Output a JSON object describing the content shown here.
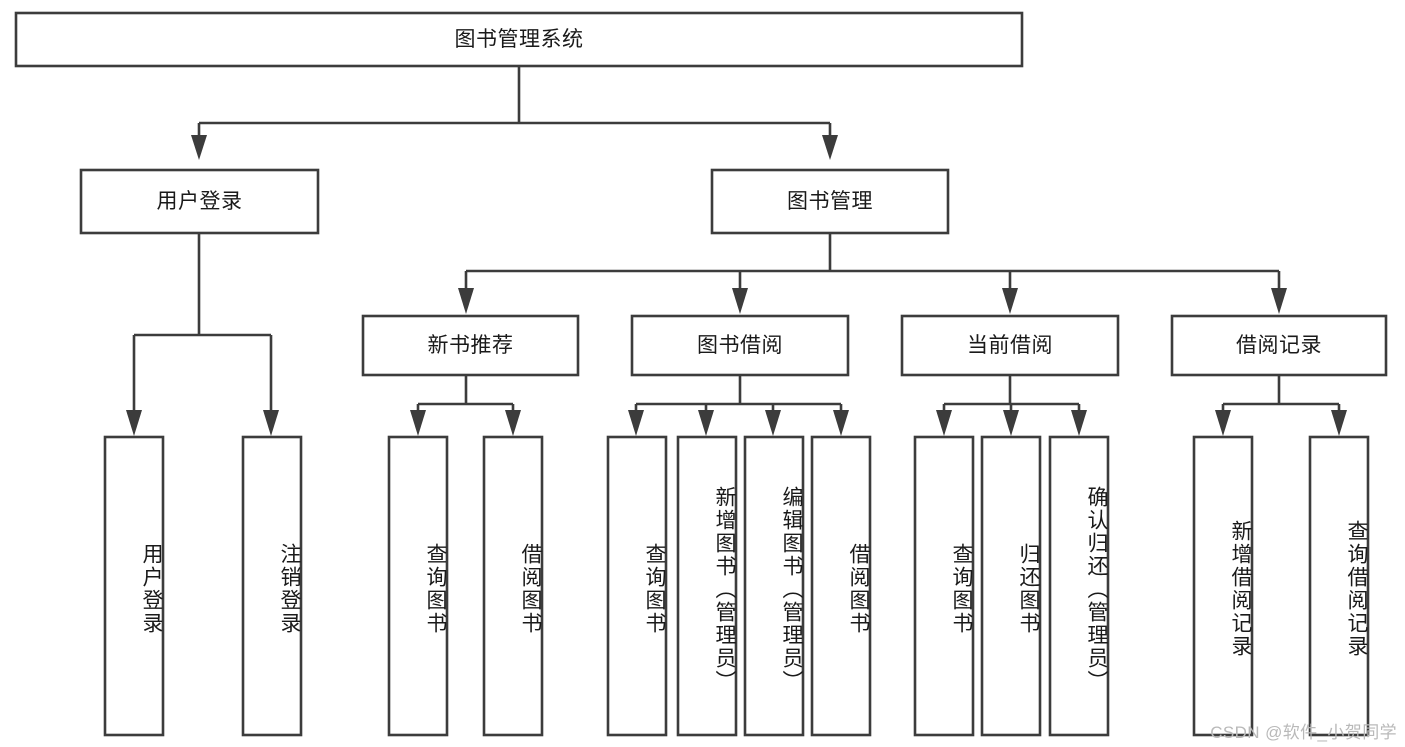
{
  "diagram": {
    "type": "tree-hierarchy-chart",
    "title": "图书管理系统",
    "watermark": "CSDN @软件_小贺同学",
    "colors": {
      "stroke": "#3c3c3c",
      "fill": "#ffffff",
      "text": "#1a1a1a",
      "watermark": "#b9b9b9"
    },
    "levels": [
      {
        "level": 1,
        "nodes": [
          {
            "id": "root",
            "label": "图书管理系统",
            "orientation": "horizontal"
          }
        ]
      },
      {
        "level": 2,
        "nodes": [
          {
            "id": "user-login",
            "label": "用户登录",
            "orientation": "horizontal",
            "parent": "root"
          },
          {
            "id": "book-manage",
            "label": "图书管理",
            "orientation": "horizontal",
            "parent": "root"
          }
        ]
      },
      {
        "level": 3,
        "nodes": [
          {
            "id": "new-book-rec",
            "label": "新书推荐",
            "orientation": "horizontal",
            "parent": "book-manage"
          },
          {
            "id": "book-borrow",
            "label": "图书借阅",
            "orientation": "horizontal",
            "parent": "book-manage"
          },
          {
            "id": "current-borrow",
            "label": "当前借阅",
            "orientation": "horizontal",
            "parent": "book-manage"
          },
          {
            "id": "borrow-record",
            "label": "借阅记录",
            "orientation": "horizontal",
            "parent": "book-manage"
          }
        ]
      },
      {
        "level": 4,
        "nodes": [
          {
            "id": "leaf-user-login",
            "label": "用户登录",
            "orientation": "vertical",
            "parent": "user-login"
          },
          {
            "id": "leaf-logout-login",
            "label": "注销登录",
            "orientation": "vertical",
            "parent": "user-login"
          },
          {
            "id": "leaf-query-book-1",
            "label": "查询图书",
            "orientation": "vertical",
            "parent": "new-book-rec"
          },
          {
            "id": "leaf-borrow-book-1",
            "label": "借阅图书",
            "orientation": "vertical",
            "parent": "new-book-rec"
          },
          {
            "id": "leaf-query-book-2",
            "label": "查询图书",
            "orientation": "vertical",
            "parent": "book-borrow"
          },
          {
            "id": "leaf-add-book",
            "label": "新增图书（管理员）",
            "orientation": "vertical",
            "parent": "book-borrow"
          },
          {
            "id": "leaf-edit-book",
            "label": "编辑图书（管理员）",
            "orientation": "vertical",
            "parent": "book-borrow"
          },
          {
            "id": "leaf-borrow-book-2",
            "label": "借阅图书",
            "orientation": "vertical",
            "parent": "book-borrow"
          },
          {
            "id": "leaf-query-book-3",
            "label": "查询图书",
            "orientation": "vertical",
            "parent": "current-borrow"
          },
          {
            "id": "leaf-return-book",
            "label": "归还图书",
            "orientation": "vertical",
            "parent": "current-borrow"
          },
          {
            "id": "leaf-confirm-return",
            "label": "确认归还（管理员）",
            "orientation": "vertical",
            "parent": "current-borrow"
          },
          {
            "id": "leaf-add-record",
            "label": "新增借阅记录",
            "orientation": "vertical",
            "parent": "borrow-record"
          },
          {
            "id": "leaf-query-record",
            "label": "查询借阅记录",
            "orientation": "vertical",
            "parent": "borrow-record"
          }
        ]
      }
    ]
  }
}
